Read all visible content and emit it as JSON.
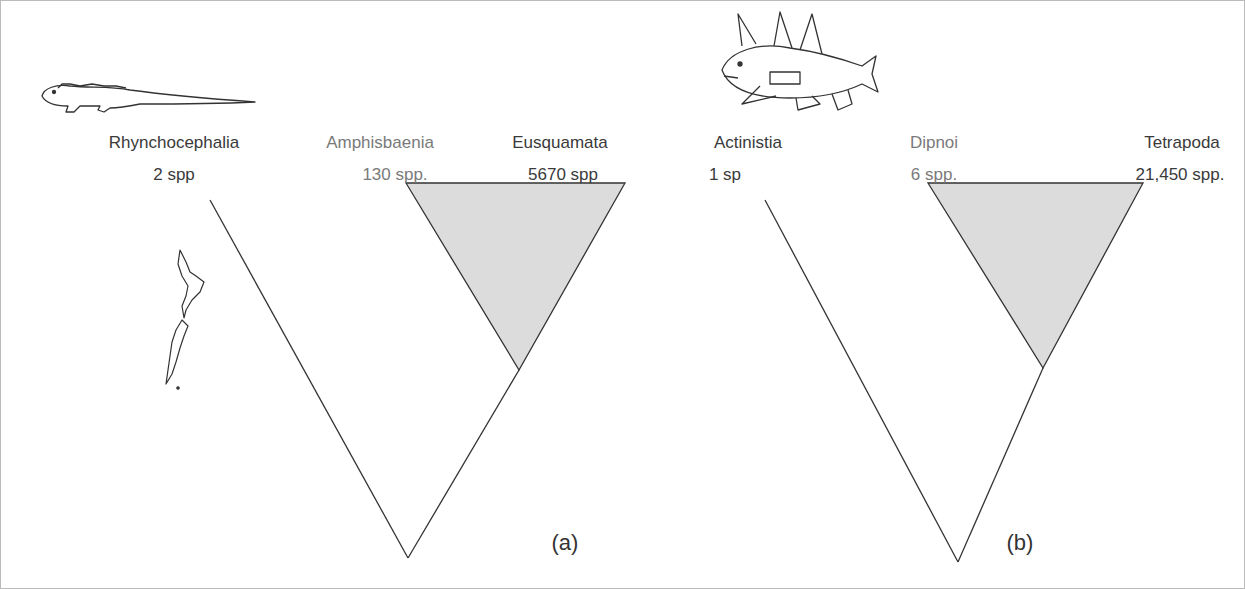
{
  "diagram": {
    "labels": [
      "Rhynchocephalia",
      "2 spp",
      "Amphisbaenia",
      "130 spp.",
      "Eusquamata",
      "5670 spp",
      "Actinistia",
      "1 sp",
      "Dipnoi",
      "6 spp.",
      "Tetrapoda",
      "21,450 spp.",
      "(a)",
      "(b)"
    ]
  }
}
